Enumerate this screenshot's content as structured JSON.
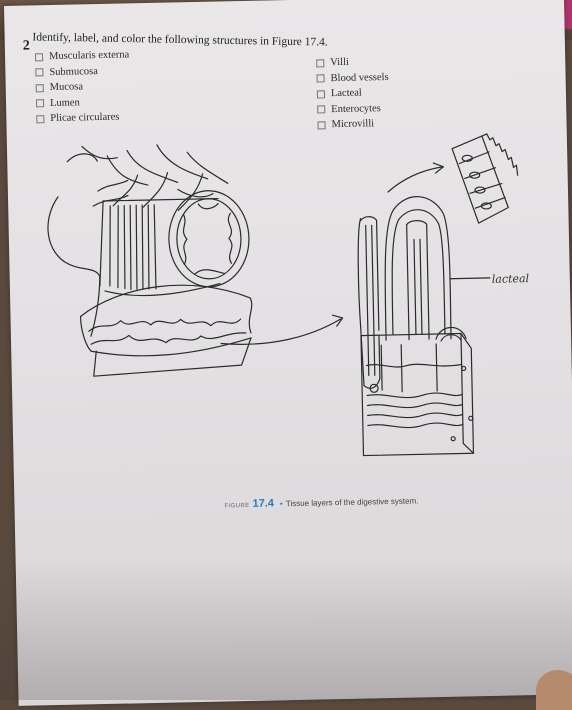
{
  "question": {
    "number": "2",
    "instruction": "Identify, label, and color the following structures in Figure 17.4."
  },
  "structures_left": [
    "Muscularis externa",
    "Submucosa",
    "Mucosa",
    "Lumen",
    "Plicae circulares"
  ],
  "structures_right": [
    "Villi",
    "Blood vessels",
    "Lacteal",
    "Enterocytes",
    "Microvilli"
  ],
  "handwritten_label": "lacteal",
  "caption": {
    "figure_label": "FIGURE",
    "figure_number": "17.4",
    "text": "Tissue layers of the digestive system."
  },
  "colors": {
    "page": "#e6e4e6",
    "ink": "#222222",
    "caption_accent": "#2a7abf",
    "table": "#5a4a3e"
  }
}
